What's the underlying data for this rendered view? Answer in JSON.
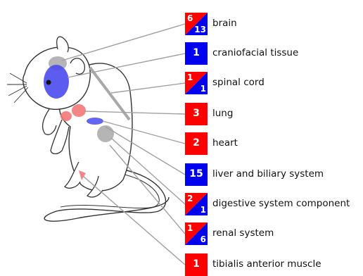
{
  "colors": {
    "up": "#ff0000",
    "down": "#0000ee",
    "region_up": "#f47878",
    "region_down": "#4a4af0",
    "region_neutral": "#a8a8a8",
    "leader": "#a0a0a0"
  },
  "organs": [
    {
      "id": "brain",
      "label": "brain",
      "up": 6,
      "down": 13,
      "badge": "split",
      "region": "brain-region"
    },
    {
      "id": "craniofacial",
      "label": "craniofacial tissue",
      "down": 1,
      "badge": "down",
      "region": "head-region"
    },
    {
      "id": "spinal",
      "label": "spinal cord",
      "up": 1,
      "down": 1,
      "badge": "split",
      "region": "spine-region"
    },
    {
      "id": "lung",
      "label": "lung",
      "up": 3,
      "badge": "up",
      "region": "lung-region"
    },
    {
      "id": "heart",
      "label": "heart",
      "up": 2,
      "badge": "up",
      "region": "heart-region"
    },
    {
      "id": "liver",
      "label": "liver and biliary system",
      "down": 15,
      "badge": "down",
      "region": "liver-region"
    },
    {
      "id": "digestive",
      "label": "digestive system component",
      "up": 2,
      "down": 1,
      "badge": "split",
      "region": "digestive-region"
    },
    {
      "id": "renal",
      "label": "renal system",
      "up": 1,
      "down": 6,
      "badge": "split",
      "region": "renal-region"
    },
    {
      "id": "tibialis",
      "label": "tibialis anterior muscle",
      "up": 1,
      "badge": "up",
      "region": "tibialis-region"
    }
  ]
}
